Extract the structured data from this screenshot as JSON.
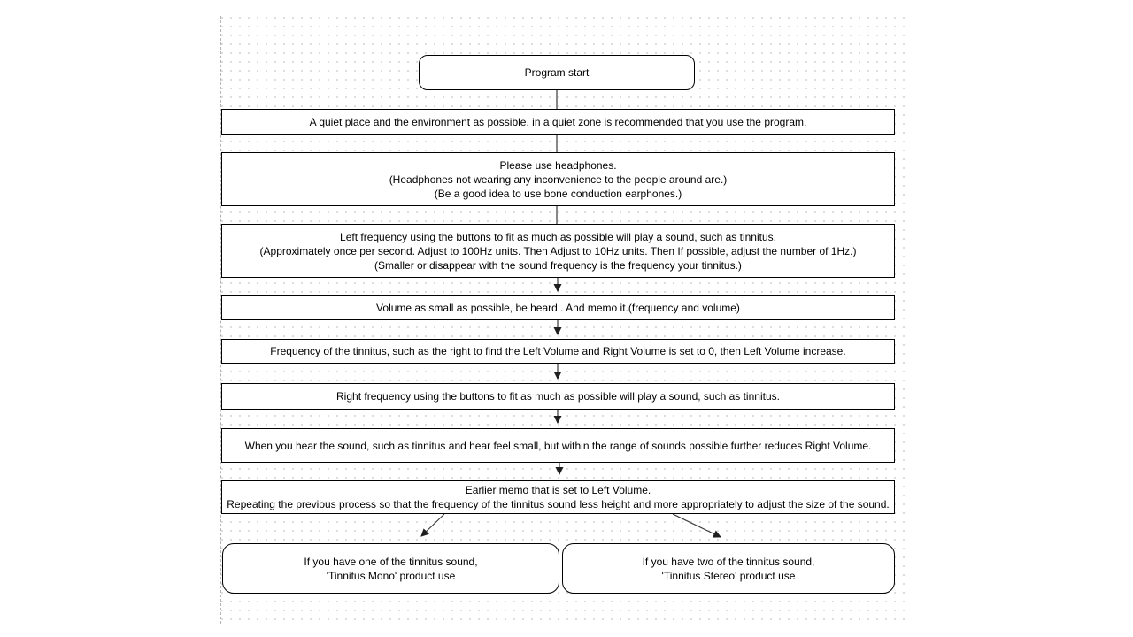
{
  "diagram": {
    "start": {
      "label": "Program start"
    },
    "steps": [
      {
        "lines": [
          "A quiet place and the environment as possible, in a quiet zone is recommended that you use the program."
        ]
      },
      {
        "lines": [
          "Please use headphones.",
          "(Headphones not wearing any inconvenience to the people around are.)",
          "(Be a good idea to use bone conduction earphones.)"
        ]
      },
      {
        "lines": [
          "Left frequency using the buttons to fit as much as possible will play a sound, such as tinnitus.",
          "(Approximately once per second. Adjust to 100Hz units. Then Adjust to 10Hz units. Then If possible, adjust the number of 1Hz.)",
          "(Smaller or disappear with the sound frequency is the frequency your tinnitus.)"
        ]
      },
      {
        "lines": [
          "Volume as small as possible, be heard . And memo it.(frequency and volume)"
        ]
      },
      {
        "lines": [
          "Frequency of the tinnitus, such as the right to find the Left Volume and Right Volume is set to 0, then Left Volume increase."
        ]
      },
      {
        "lines": [
          "Right frequency using the buttons to fit as much as possible will play a sound, such as tinnitus."
        ]
      },
      {
        "lines": [
          "When you hear the sound, such as tinnitus and hear feel small, but within the range of sounds possible further reduces Right Volume."
        ]
      },
      {
        "lines": [
          "Earlier memo that is set to Left Volume.",
          "Repeating the previous process so that the frequency of the tinnitus sound less height and more appropriately to adjust the size of the sound."
        ]
      }
    ],
    "outcomes": [
      {
        "lines": [
          "If you have one of the tinnitus sound,",
          "'Tinnitus Mono' product use"
        ]
      },
      {
        "lines": [
          "If you have two of the tinnitus sound,",
          "'Tinnitus Stereo' product use"
        ]
      }
    ],
    "colors": {
      "node_border": "#000000",
      "node_fill": "#ffffff",
      "connector": "#616161",
      "arrowhead": "#1f1f1f",
      "grid_dot": "#d2d2d2",
      "background": "#ffffff"
    }
  }
}
